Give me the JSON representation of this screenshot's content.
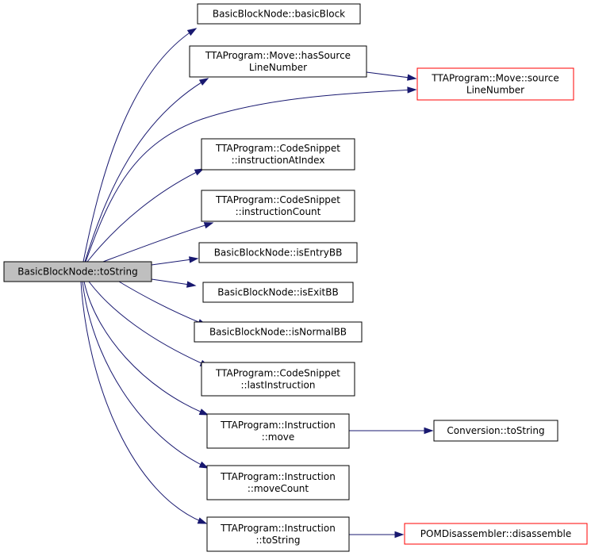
{
  "colors": {
    "edge": "#191970",
    "root_fill": "#bfbfbf",
    "node_fill": "#ffffff",
    "node_border": "#000000",
    "truncated_border": "#ff0000"
  },
  "nodes": {
    "root": {
      "lines": [
        "BasicBlockNode::toString"
      ]
    },
    "basicBlock": {
      "lines": [
        "BasicBlockNode::basicBlock"
      ]
    },
    "hasSourceLineNumber": {
      "lines": [
        "TTAProgram::Move::hasSource",
        "LineNumber"
      ]
    },
    "sourceLineNumber": {
      "lines": [
        "TTAProgram::Move::source",
        "LineNumber"
      ]
    },
    "instructionAtIndex": {
      "lines": [
        "TTAProgram::CodeSnippet",
        "::instructionAtIndex"
      ]
    },
    "instructionCount": {
      "lines": [
        "TTAProgram::CodeSnippet",
        "::instructionCount"
      ]
    },
    "isEntryBB": {
      "lines": [
        "BasicBlockNode::isEntryBB"
      ]
    },
    "isExitBB": {
      "lines": [
        "BasicBlockNode::isExitBB"
      ]
    },
    "isNormalBB": {
      "lines": [
        "BasicBlockNode::isNormalBB"
      ]
    },
    "lastInstruction": {
      "lines": [
        "TTAProgram::CodeSnippet",
        "::lastInstruction"
      ]
    },
    "move": {
      "lines": [
        "TTAProgram::Instruction",
        "::move"
      ]
    },
    "moveCount": {
      "lines": [
        "TTAProgram::Instruction",
        "::moveCount"
      ]
    },
    "instrToString": {
      "lines": [
        "TTAProgram::Instruction",
        "::toString"
      ]
    },
    "conversionToString": {
      "lines": [
        "Conversion::toString"
      ]
    },
    "disassemble": {
      "lines": [
        "POMDisassembler::disassemble"
      ]
    }
  }
}
